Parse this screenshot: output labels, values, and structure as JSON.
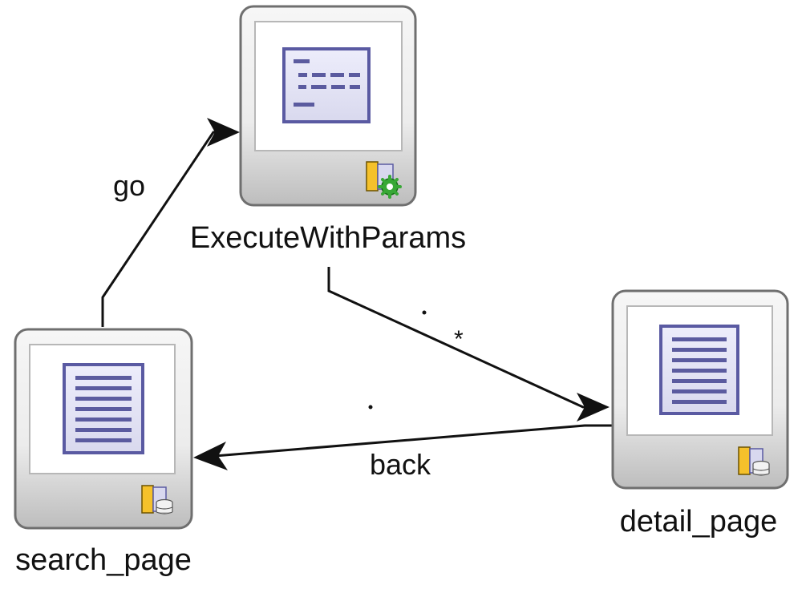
{
  "nodes": {
    "execute_with_params": {
      "label": "ExecuteWithParams",
      "icon": "method-call-icon",
      "badge": "method-gear-badge-icon"
    },
    "search_page": {
      "label": "search_page",
      "icon": "page-document-icon",
      "badge": "page-database-badge-icon"
    },
    "detail_page": {
      "label": "detail_page",
      "icon": "page-document-icon",
      "badge": "page-database-badge-icon"
    }
  },
  "edges": {
    "go": {
      "label": "go",
      "from": "search_page",
      "to": "ExecuteWithParams"
    },
    "wildcard": {
      "label": "*",
      "from": "ExecuteWithParams",
      "to": "detail_page"
    },
    "back": {
      "label": "back",
      "from": "detail_page",
      "to": "search_page"
    }
  },
  "colors": {
    "node_border": "#6f6f6f",
    "node_inner_border": "#b7b7b7",
    "node_gradient_top": "#f4f4f4",
    "node_gradient_bottom": "#b9b9b9",
    "icon_fill": "#e4e4f4",
    "icon_border": "#5a5aa2",
    "icon_lines": "#5b5b9f",
    "badge_yellow": "#f5c12b",
    "badge_gear": "#38a836",
    "edge_stroke": "#111111"
  }
}
